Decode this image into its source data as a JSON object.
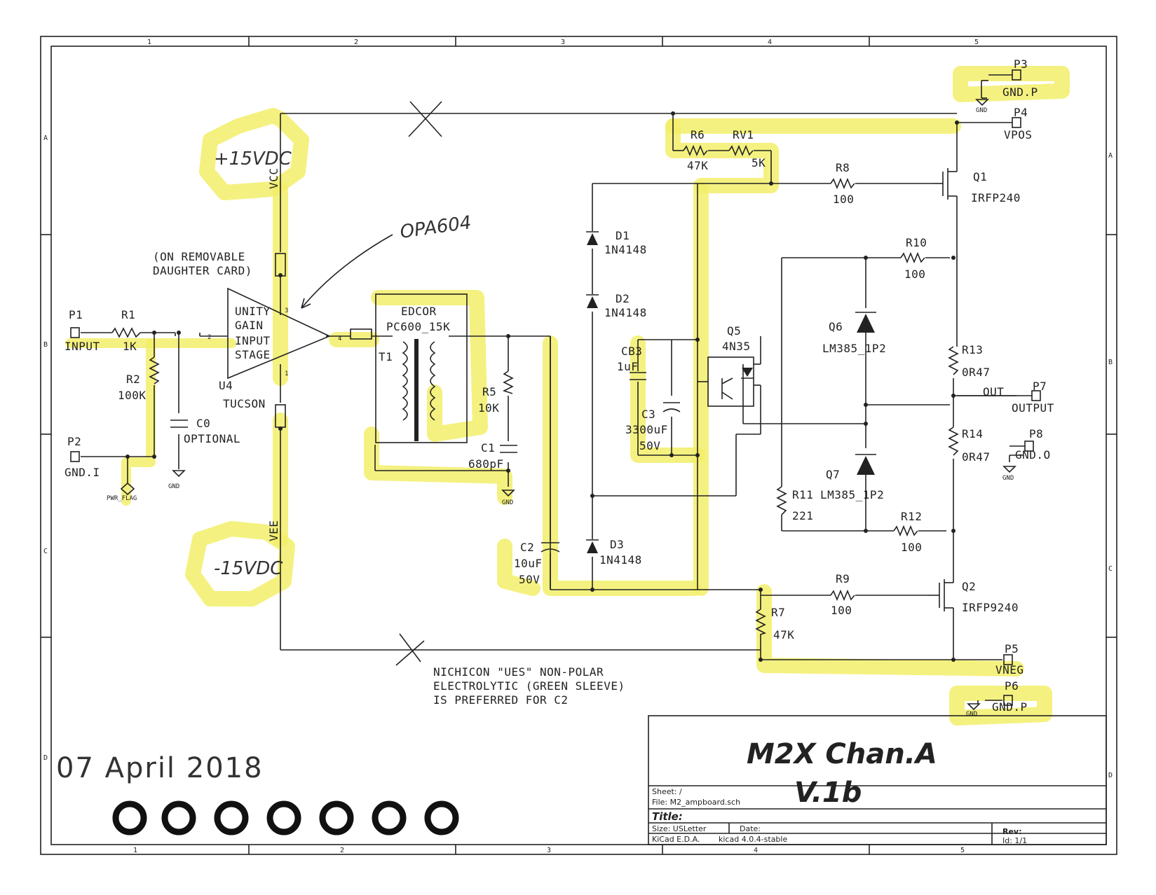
{
  "frame": {
    "columns_top": [
      "1",
      "2",
      "3",
      "4",
      "5"
    ],
    "columns_bottom": [
      "1",
      "2",
      "3",
      "4",
      "5"
    ],
    "rows_left": [
      "A",
      "B",
      "C",
      "D"
    ],
    "rows_right": [
      "A",
      "B",
      "C",
      "D"
    ]
  },
  "handwritten": {
    "vcc_note": "+15VDC",
    "vee_note": "-15VDC",
    "opamp_note": "OPA604",
    "date": "07 April 2018"
  },
  "notes": {
    "daughter_card": [
      "(ON REMOVABLE",
      "DAUGHTER CARD)"
    ],
    "nichicon": [
      "NICHICON \"UES\" NON-POLAR",
      "ELECTROLYTIC (GREEN SLEEVE)",
      "IS PREFERRED FOR C2"
    ]
  },
  "components": {
    "p1": {
      "ref": "P1",
      "value": "INPUT"
    },
    "p2": {
      "ref": "P2",
      "value": "GND.I"
    },
    "p3": {
      "ref": "P3",
      "value": "GND.P"
    },
    "p4": {
      "ref": "P4",
      "value": "VPOS"
    },
    "p5": {
      "ref": "P5",
      "value": "VNEG"
    },
    "p6": {
      "ref": "P6",
      "value": "GND.P"
    },
    "p7": {
      "ref": "P7",
      "value": "OUTPUT"
    },
    "p8": {
      "ref": "P8",
      "value": "GND.O"
    },
    "r1": {
      "ref": "R1",
      "value": "1K"
    },
    "r2": {
      "ref": "R2",
      "value": "100K"
    },
    "r5": {
      "ref": "R5",
      "value": "10K"
    },
    "r6": {
      "ref": "R6",
      "value": "47K"
    },
    "rv1": {
      "ref": "RV1",
      "value": "5K"
    },
    "r7": {
      "ref": "R7",
      "value": "47K"
    },
    "r8": {
      "ref": "R8",
      "value": "100"
    },
    "r9": {
      "ref": "R9",
      "value": "100"
    },
    "r10": {
      "ref": "R10",
      "value": "100"
    },
    "r11": {
      "ref": "R11",
      "value": "221"
    },
    "r12": {
      "ref": "R12",
      "value": "100"
    },
    "r13": {
      "ref": "R13",
      "value": "0R47"
    },
    "r14": {
      "ref": "R14",
      "value": "0R47"
    },
    "c0": {
      "ref": "C0",
      "value": "OPTIONAL"
    },
    "c1": {
      "ref": "C1",
      "value": "680pF"
    },
    "c2": {
      "ref": "C2",
      "value": "10uF",
      "value2": "50V"
    },
    "c3": {
      "ref": "C3",
      "value": "3300uF",
      "value2": "50V"
    },
    "cb3": {
      "ref": "CB3",
      "value": "1uF"
    },
    "d1": {
      "ref": "D1",
      "value": "1N4148"
    },
    "d2": {
      "ref": "D2",
      "value": "1N4148"
    },
    "d3": {
      "ref": "D3",
      "value": "1N4148"
    },
    "q1": {
      "ref": "Q1",
      "value": "IRFP240"
    },
    "q2": {
      "ref": "Q2",
      "value": "IRFP9240"
    },
    "q5": {
      "ref": "Q5",
      "value": "4N35"
    },
    "q6": {
      "ref": "Q6",
      "value": "LM385_1P2"
    },
    "q7": {
      "ref": "Q7",
      "value": "LM385_1P2"
    },
    "t1": {
      "ref": "T1",
      "value1": "EDCOR",
      "value2": "PC600_15K"
    },
    "u4": {
      "ref": "U4",
      "value": "TUCSON",
      "body": [
        "UNITY",
        "GAIN",
        "INPUT",
        "STAGE"
      ]
    },
    "vcc": "VCC",
    "vee": "VEE",
    "gnd": "GND",
    "pwr_flag": "PWR_FLAG",
    "out_net": "OUT"
  },
  "title_block": {
    "title_big_line1": "M2X Chan.A",
    "title_big_line2": "V.1b",
    "sheet_label": "Sheet: /",
    "file_label": "File: M2_ampboard.sch",
    "title_label": "Title:",
    "size_label": "Size: USLetter",
    "date_label": "Date:",
    "rev_label": "Rev:",
    "kicad_label": "KiCad E.D.A.",
    "kicad_version": "kicad 4.0.4-stable",
    "id_label": "Id: 1/1"
  },
  "holes_count": 7,
  "colors": {
    "highlight": "#f2ef6a",
    "ink": "#222222",
    "paper": "#ffffff"
  }
}
